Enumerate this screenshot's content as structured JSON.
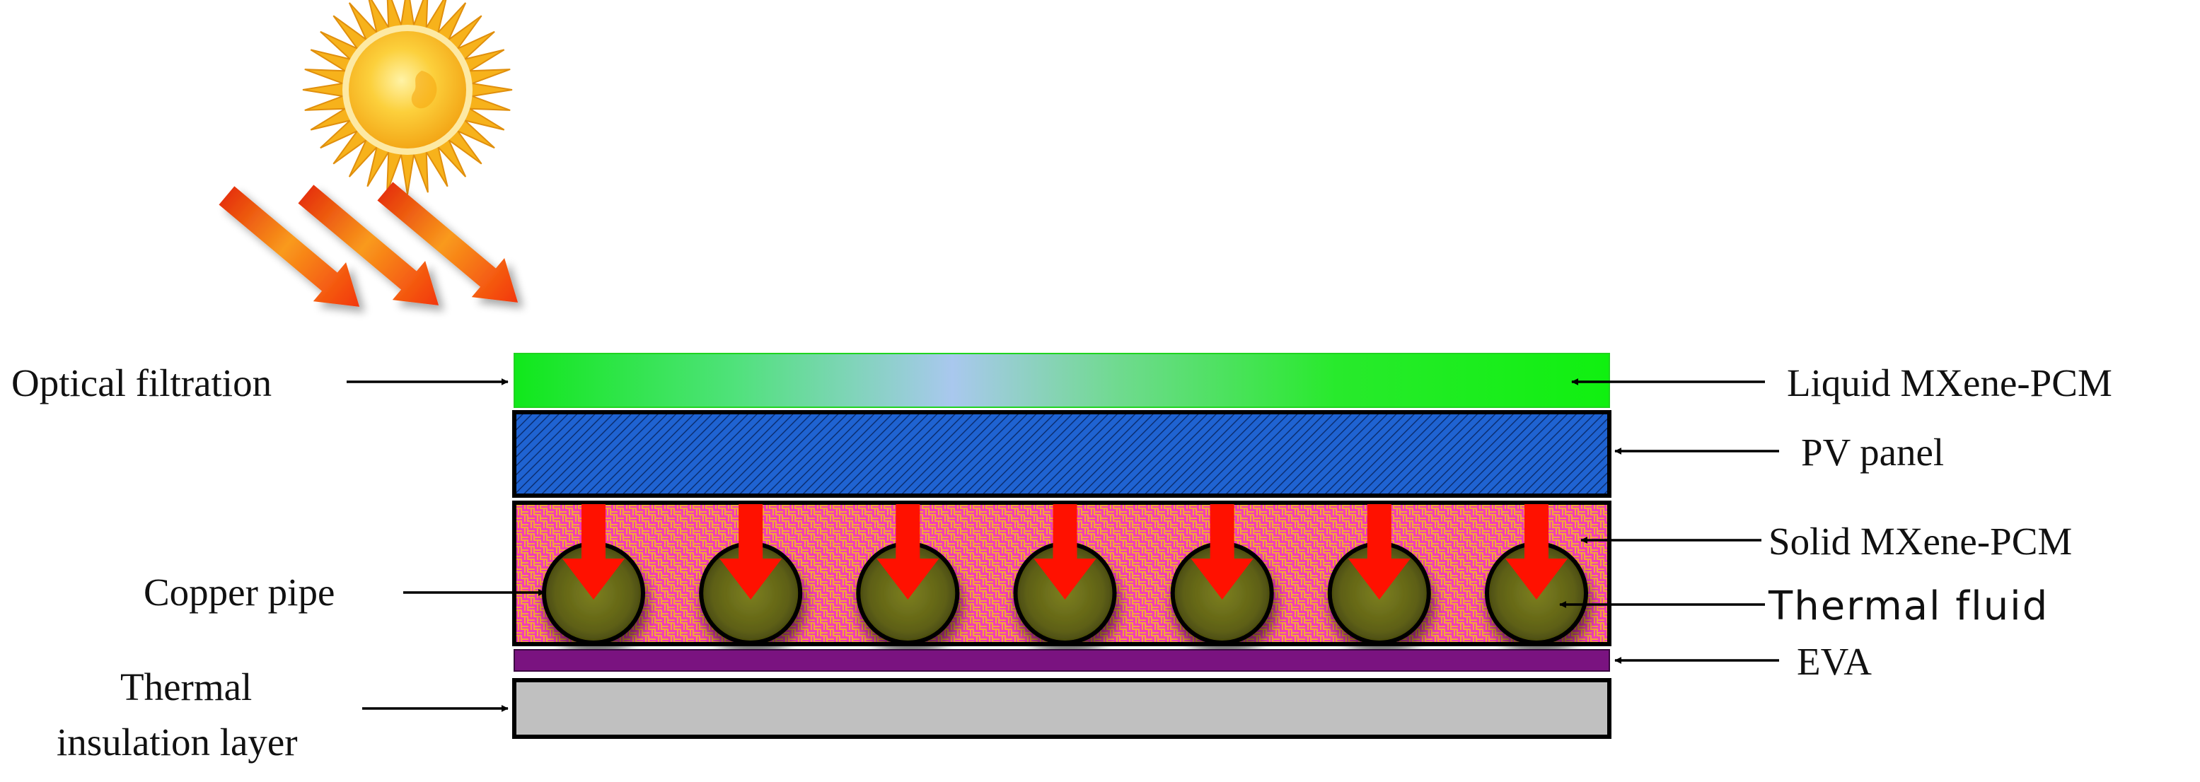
{
  "labels": {
    "optical_filtration": "Optical filtration",
    "liquid_mxene_pcm": "Liquid MXene-PCM",
    "pv_panel": "PV panel",
    "solid_mxene_pcm": "Solid MXene-PCM",
    "copper_pipe": "Copper pipe",
    "thermal_fluid": "Thermal fluid",
    "eva": "EVA",
    "thermal_insulation_line1": "Thermal",
    "thermal_insulation_line2": "insulation layer"
  },
  "colors": {
    "liquid_layer": "#10e81a",
    "liquid_highlight": "#a9c8ee",
    "pv_panel": "#1e5fcb",
    "pcm_background": "#f23db8",
    "pcm_pattern": "#f5b329",
    "pipe_fill": "#6b6d18",
    "eva": "#7a1380",
    "insulation": "#c0c0c0",
    "heat_arrow": "#ff1100",
    "sun": "#fbbf1e"
  },
  "icons": {
    "sun": "sun-icon",
    "radiation": "solar-ray-arrow-icon",
    "heat": "heat-down-arrow-icon"
  },
  "pipe_count": 7
}
